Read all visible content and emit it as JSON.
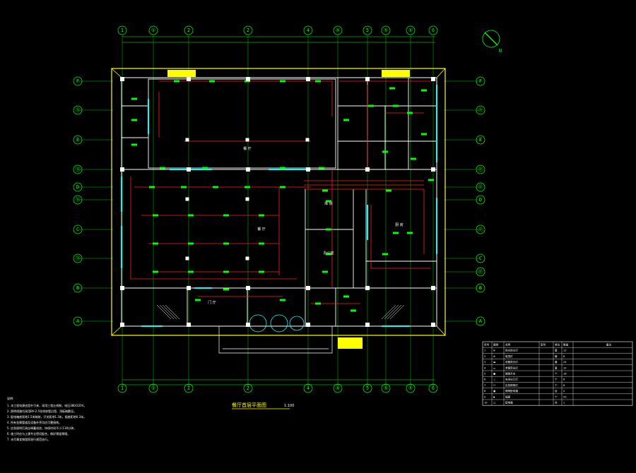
{
  "drawing": {
    "title": "餐厅首层平面图",
    "scale": "1:100",
    "north_label": "N"
  },
  "grid": {
    "top_axes": [
      "1",
      "①",
      "2",
      "2",
      "4",
      "④",
      "5",
      "⑤",
      "⑤",
      "6"
    ],
    "side_axes": [
      "F",
      "⑪",
      "E",
      "⑪",
      "D",
      "⑪",
      "C",
      "⑪",
      "B",
      "A"
    ],
    "right_axes": [
      "F",
      "⑪",
      "E",
      "⑪",
      "⑪",
      "D",
      "⑪",
      "C",
      "⑪",
      "B",
      "A"
    ]
  },
  "rooms": [
    {
      "label": "餐 厅"
    },
    {
      "label": "餐 厅"
    },
    {
      "label": "厨 房"
    },
    {
      "label": "库 房"
    },
    {
      "label": "办公室"
    },
    {
      "label": "门 厅"
    }
  ],
  "legend_table": {
    "rows": [
      [
        "序号",
        "图例",
        "名称",
        "型号",
        "单位",
        "数量",
        "备注"
      ],
      [
        "1",
        "⊗",
        "防水防尘灯",
        "",
        "套",
        "12",
        ""
      ],
      [
        "2",
        "⊕",
        "吸顶灯",
        "",
        "套",
        "8",
        ""
      ],
      [
        "3",
        "▬",
        "双管荧光灯",
        "",
        "套",
        "24",
        ""
      ],
      [
        "4",
        "▭",
        "单管荧光灯",
        "",
        "套",
        "10",
        ""
      ],
      [
        "5",
        "●",
        "暗装开关",
        "",
        "个",
        "16",
        ""
      ],
      [
        "6",
        "⊥",
        "安全出口灯",
        "",
        "个",
        "6",
        ""
      ],
      [
        "7",
        "⊓",
        "应急照明灯",
        "",
        "个",
        "8",
        ""
      ],
      [
        "8",
        "▣",
        "照明配电箱",
        "",
        "台",
        "2",
        ""
      ],
      [
        "9",
        "▪",
        "插座",
        "",
        "个",
        "20",
        ""
      ],
      [
        "10",
        "□",
        "配电箱",
        "",
        "台",
        "1",
        ""
      ]
    ]
  },
  "notes": {
    "heading": "说明:",
    "lines": [
      "1. 本工程电源由室外引来，采用三相五线制，电压380/220V。",
      "2. 照明线路均采用BV-2.5导线穿管沿墙、顶板暗敷设。",
      "3. 配电箱底距地1.5米暗装，开关距地1.3米，插座距地0.3米。",
      "4. 所有金属管道及设备外壳均应可靠接地。",
      "5. 应急照明灯具自带蓄电池，持续时间不小于30分钟。",
      "6. 施工时应与土建专业密切配合，做好预留预埋。",
      "7. 未尽事宜按国家现行规范执行。"
    ]
  }
}
